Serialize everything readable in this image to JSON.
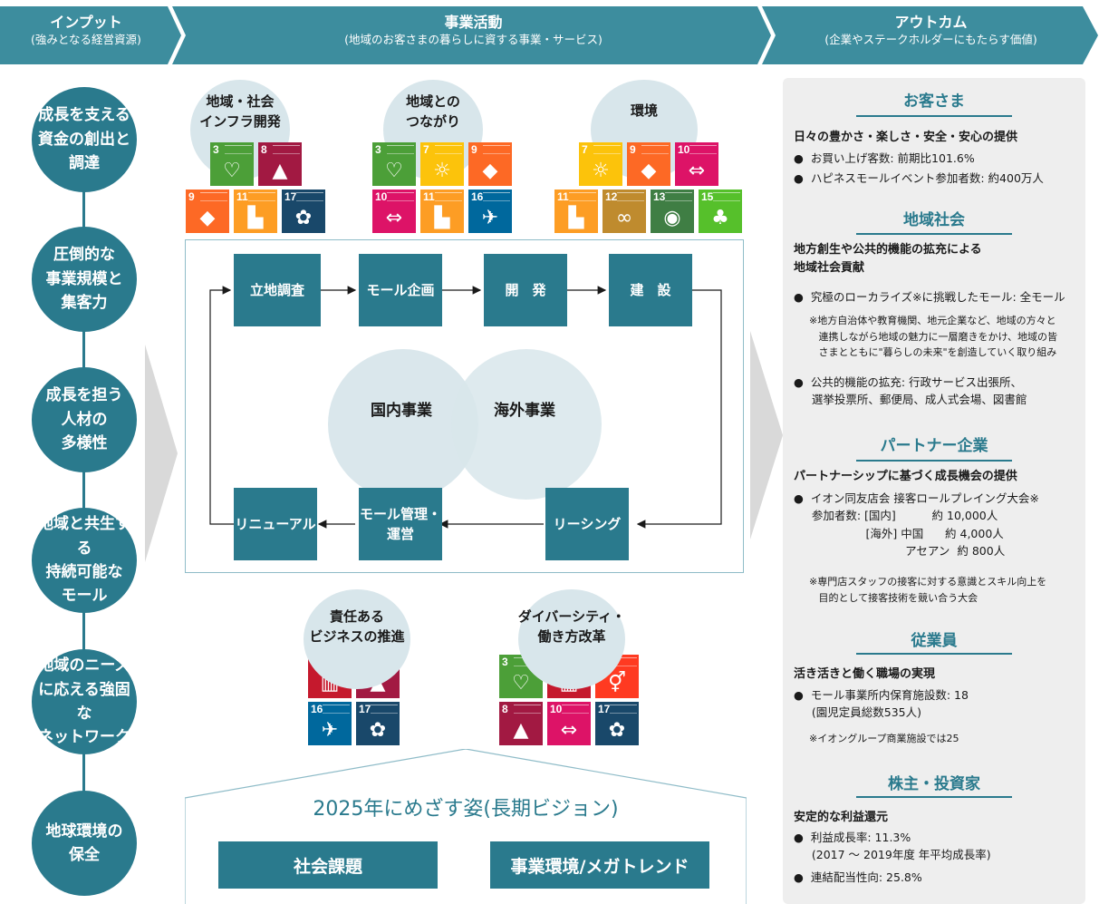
{
  "header": {
    "input": {
      "title": "インプット",
      "sub": "(強みとなる経営資源)"
    },
    "business": {
      "title": "事業活動",
      "sub": "(地域のお客さまの暮らしに資する事業・サービス)"
    },
    "outcome": {
      "title": "アウトカム",
      "sub": "(企業やステークホルダーにもたらす価値)"
    }
  },
  "colors": {
    "teal": "#2a7a8d",
    "light_teal": "#d8e6eb",
    "header": "#3d8d9e",
    "panel": "#eeeeee"
  },
  "inputs": [
    "成長を支える\n資金の創出と\n調達",
    "圧倒的な\n事業規模と\n集客力",
    "成長を担う\n人材の\n多様性",
    "地域と共生する\n持続可能な\nモール",
    "地域のニーズ\nに応える強固な\nネットワーク",
    "地球環境の\n保全"
  ],
  "themes": {
    "infra": "地域・社会\nインフラ開発",
    "connect": "地域との\nつながり",
    "env": "環境",
    "responsible": "責任ある\nビジネスの推進",
    "diversity": "ダイバーシティ・\n働き方改革"
  },
  "sdg_icons": {
    "3": {
      "color": "#4c9f38",
      "icon": "heartbeat-icon",
      "glyph": "♡"
    },
    "4": {
      "color": "#c5192d",
      "icon": "book-icon",
      "glyph": "▥"
    },
    "5": {
      "color": "#ff3a21",
      "icon": "gender-icon",
      "glyph": "⚥"
    },
    "7": {
      "color": "#fcc30b",
      "icon": "sun-icon",
      "glyph": "☼"
    },
    "8": {
      "color": "#a21942",
      "icon": "growth-chart-icon",
      "glyph": "▲"
    },
    "9": {
      "color": "#fd6925",
      "icon": "cubes-icon",
      "glyph": "◆"
    },
    "10": {
      "color": "#dd1367",
      "icon": "equality-icon",
      "glyph": "⇔"
    },
    "11": {
      "color": "#fd9d24",
      "icon": "city-icon",
      "glyph": "▙"
    },
    "12": {
      "color": "#bf8b2e",
      "icon": "infinity-icon",
      "glyph": "∞"
    },
    "13": {
      "color": "#3f7e44",
      "icon": "eye-icon",
      "glyph": "◉"
    },
    "15": {
      "color": "#56c02b",
      "icon": "tree-icon",
      "glyph": "♣"
    },
    "16": {
      "color": "#00689d",
      "icon": "dove-icon",
      "glyph": "✈"
    },
    "17": {
      "color": "#19486a",
      "icon": "flower-icon",
      "glyph": "✿"
    }
  },
  "process": {
    "siting": "立地調査",
    "planning": "モール企画",
    "development": "開　発",
    "construction": "建　設",
    "leasing": "リーシング",
    "management": "モール管理・\n運営",
    "renewal": "リニューアル",
    "domestic": "国内事業",
    "overseas": "海外事業"
  },
  "vision": {
    "title": "2025年にめざす姿(長期ビジョン)",
    "social": "社会課題",
    "megatrend": "事業環境/メガトレンド"
  },
  "outcomes": {
    "customers": {
      "heading": "お客さま",
      "lead": "日々の豊かさ・楽しさ・安全・安心の提供",
      "b1": "●  お買い上げ客数: 前期比101.6%",
      "b2": "●  ハピネスモールイベント参加者数: 約400万人"
    },
    "community": {
      "heading": "地域社会",
      "lead": "地方創生や公共的機能の拡充による\n地域社会貢献",
      "b1": "●  究極のローカライズ※に挑戦したモール: 全モール",
      "note": "※地方自治体や教育機関、地元企業など、地域の方々と\n   連携しながら地域の魅力に一層磨きをかけ、地域の皆\n   さまとともに\"暮らしの未来\"を創造していく取り組み",
      "b2": "●  公共的機能の拡充: 行政サービス出張所、\n     選挙投票所、郵便局、成人式会場、図書館"
    },
    "partners": {
      "heading": "パートナー企業",
      "lead": "パートナーシップに基づく成長機会の提供",
      "b1": "●  イオン同友店会 接客ロールプレイング大会※\n     参加者数: [国内]          約 10,000人\n                    [海外] 中国      約 4,000人\n                               アセアン  約 800人",
      "note": "※専門店スタッフの接客に対する意識とスキル向上を\n   目的として接客技術を競い合う大会"
    },
    "employees": {
      "heading": "従業員",
      "lead": "活き活きと働く職場の実現",
      "b1": "●  モール事業所内保育施設数: 18\n     (園児定員総数535人)",
      "note": "※イオングループ商業施設では25"
    },
    "shareholders": {
      "heading": "株主・投資家",
      "lead": "安定的な利益還元",
      "b1": "●  利益成長率: 11.3%\n     (2017 ～ 2019年度 年平均成長率)",
      "b2": "●  連結配当性向: 25.8%"
    }
  }
}
